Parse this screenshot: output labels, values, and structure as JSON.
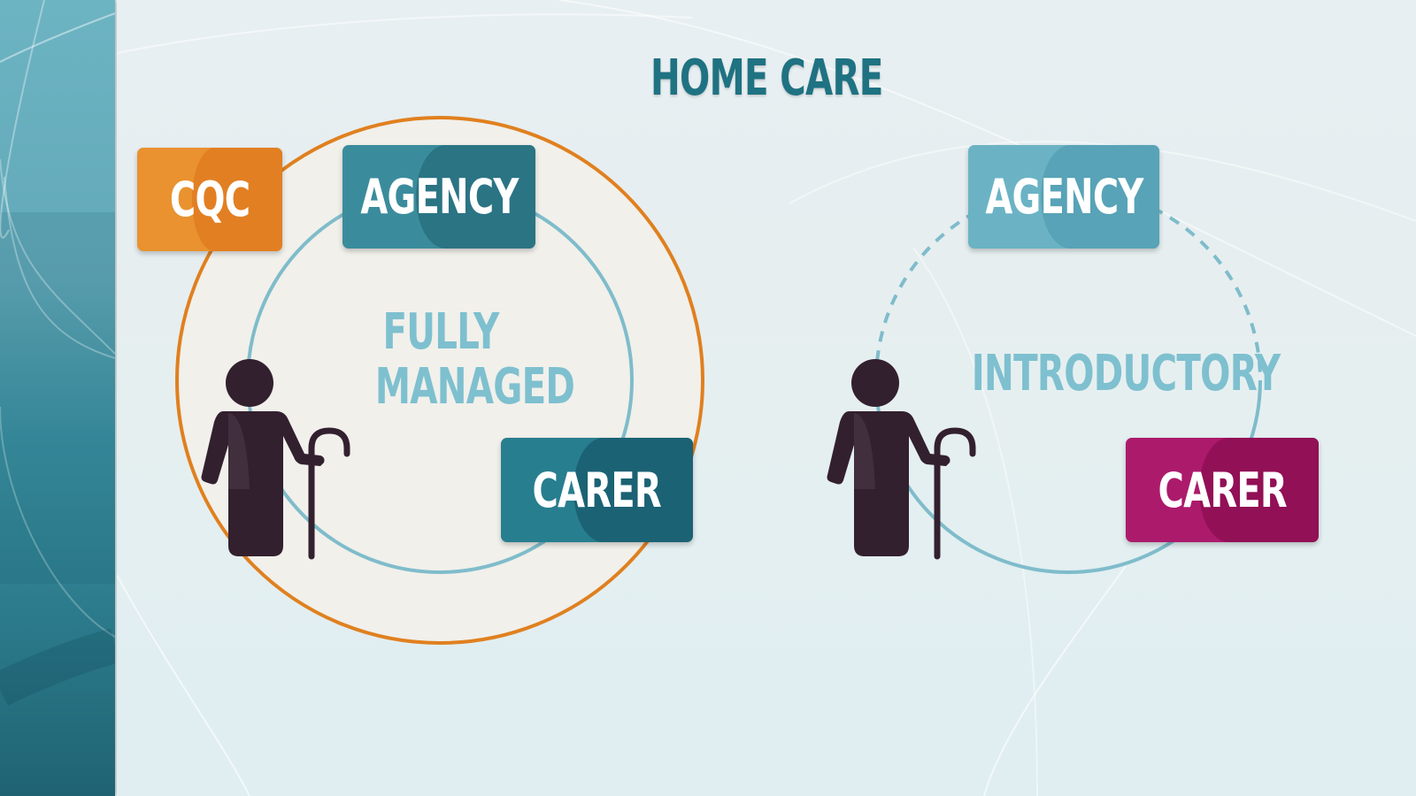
{
  "title": "HOME CARE",
  "colors": {
    "title": "#1f7282",
    "cqc": "#e9922f",
    "agency_fully": "#3a8c9c",
    "carer_fully": "#277e8f",
    "agency_intro": "#6bb3c4",
    "carer_intro": "#ac1a6c",
    "regulation_ring": "#e0801f",
    "relationship_ring": "#7fbccb",
    "person": "#33202f"
  },
  "models": [
    {
      "name": "fully_managed",
      "label_line1": "FULLY",
      "label_line2": "MANAGED",
      "regulator": "CQC",
      "agency": "AGENCY",
      "carer": "CARER",
      "person_icon": "elderly-person-with-cane-icon",
      "ring_style": "solid",
      "regulated": true
    },
    {
      "name": "introductory",
      "label": "INTRODUCTORY",
      "agency": "AGENCY",
      "carer": "CARER",
      "person_icon": "elderly-person-with-cane-icon",
      "ring_style": "dashed-top-solid-bottom",
      "regulated": false
    }
  ]
}
